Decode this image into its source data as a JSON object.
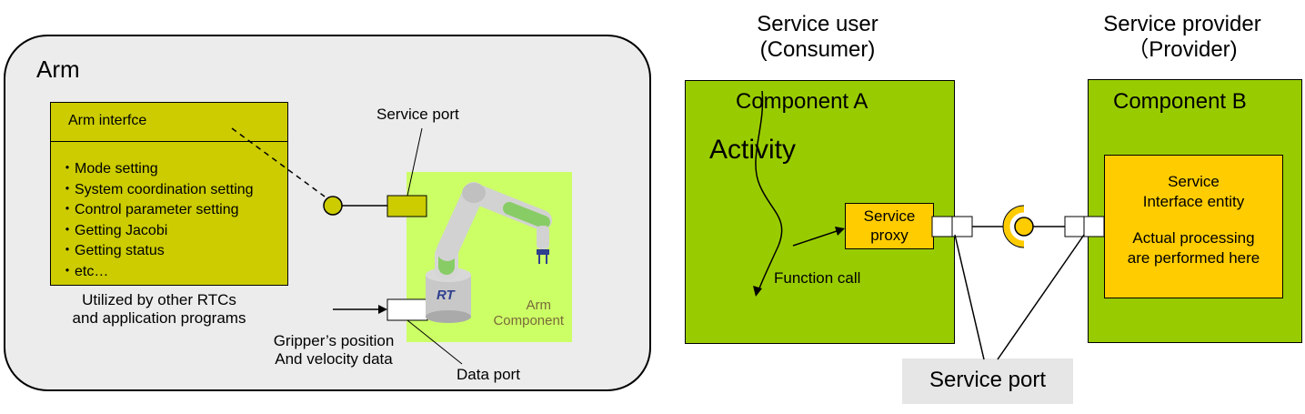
{
  "left_panel": {
    "title": "Arm",
    "interface_box": {
      "title": "Arm interfce",
      "items": [
        "・Mode setting",
        "・System coordination setting",
        "・Control parameter setting",
        "・Getting Jacobi",
        "・Getting status",
        "・etc…"
      ]
    },
    "utilized_caption_line1": "Utilized by other RTCs",
    "utilized_caption_line2": "and application programs",
    "service_port_label": "Service port",
    "arm_component_label_line1": "Arm",
    "arm_component_label_line2": "Component",
    "robot_base_text": "RT",
    "data_caption_line1": "Gripper’s position",
    "data_caption_line2": "And velocity data",
    "data_port_label": "Data port"
  },
  "right_panel": {
    "consumer_line1": "Service user",
    "consumer_line2": "(Consumer)",
    "provider_line1": "Service provider",
    "provider_line2": "（Provider)",
    "component_a": "Component A",
    "component_b": "Component B",
    "activity": "Activity",
    "proxy_line1": "Service",
    "proxy_line2": "proxy",
    "function_call": "Function call",
    "entity_line1": "Service",
    "entity_line2": "Interface entity",
    "entity_line3": "Actual processing",
    "entity_line4": "are performed here",
    "service_port_label": "Service port"
  },
  "colors": {
    "panel_bg": "#ececec",
    "interface_box": "#cccc00",
    "arm_component_bg": "#ccff66",
    "component_green": "#99cc00",
    "proxy_orange": "#ffcc00",
    "robot_green": "#88cc66",
    "robot_gray": "#c8c8c8",
    "robot_blue": "#2f3f8f"
  }
}
